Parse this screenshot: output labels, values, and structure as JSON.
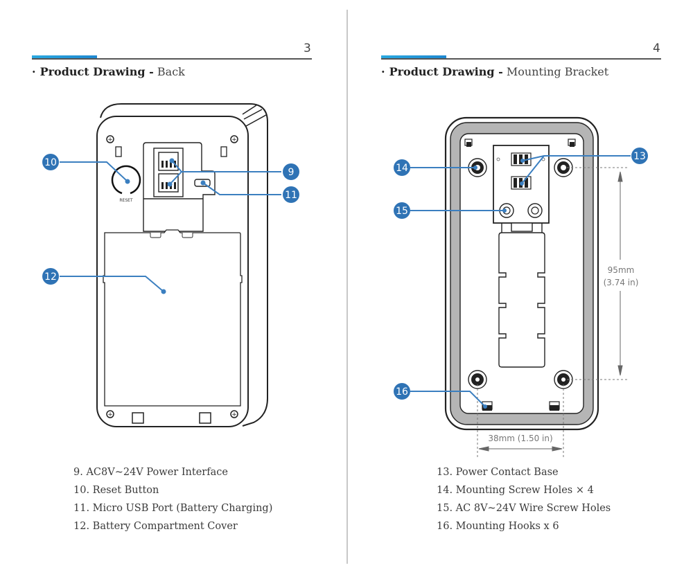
{
  "pages": [
    {
      "page_number": "3",
      "title_bold": "Product Drawing -",
      "title_light": "Back",
      "diagram_labels": {
        "reset": "RESET"
      },
      "callouts": [
        "10",
        "9",
        "11",
        "12"
      ],
      "legend": [
        "9. AC8V~24V Power Interface",
        "10. Reset Button",
        "11. Micro USB Port (Battery Charging)",
        "12. Battery Compartment Cover"
      ]
    },
    {
      "page_number": "4",
      "title_bold": "Product Drawing -",
      "title_light": "Mounting Bracket",
      "callouts": [
        "13",
        "14",
        "15",
        "16"
      ],
      "dimensions": {
        "height_mm": "95mm",
        "height_in": "(3.74 in)",
        "width": "38mm (1.50 in)"
      },
      "legend": [
        "13. Power Contact Base",
        "14. Mounting Screw Holes × 4",
        "15. AC 8V~24V Wire Screw Holes",
        "16. Mounting Hooks x 6"
      ]
    }
  ],
  "bullet": "·",
  "colors": {
    "accent": "#1e88d0",
    "callout": "#2f73b5",
    "callout_line": "#3b7fc0",
    "bracket_gray": "#b5b5b5"
  }
}
